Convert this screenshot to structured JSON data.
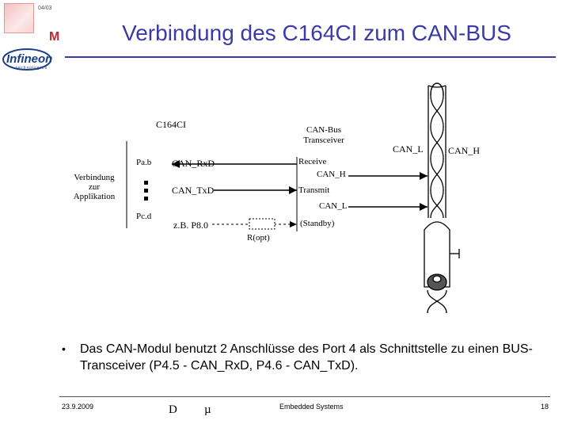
{
  "slide": {
    "title": "Verbindung des C164CI zum CAN-BUS",
    "top_code": "04/03",
    "logo": {
      "brand": "Infineon",
      "tagline": "technologies",
      "mark": "M"
    }
  },
  "diagram": {
    "chip_label": "C164CI",
    "transceiver_label_1": "CAN-Bus",
    "transceiver_label_2": "Transceiver",
    "port_a": "Pa.b",
    "port_c": "Pc.d",
    "app_label_1": "Verbindung",
    "app_label_2": "zur",
    "app_label_3": "Applikation",
    "rxd": "CAN_RxD",
    "txd": "CAN_TxD",
    "example_pin": "z.B. P8.0",
    "receive": "Receive",
    "transmit": "Transmit",
    "can_h_out": "CAN_H",
    "can_l_out": "CAN_L",
    "standby": "(Standby)",
    "resistor": "R(opt)",
    "bus_l": "CAN_L",
    "bus_h": "CAN_H"
  },
  "bullet": {
    "symbol": "•",
    "text": "Das CAN-Modul benutzt 2 Anschlüsse des Port 4 als Schnittstelle zu einen BUS-Transceiver (P4.5 - CAN_RxD, P4.6 - CAN_TxD)."
  },
  "footer": {
    "date": "23.9.2009",
    "glyph_d": "D",
    "glyph_mu": "µ",
    "center": "Embedded Systems",
    "page": "18"
  }
}
